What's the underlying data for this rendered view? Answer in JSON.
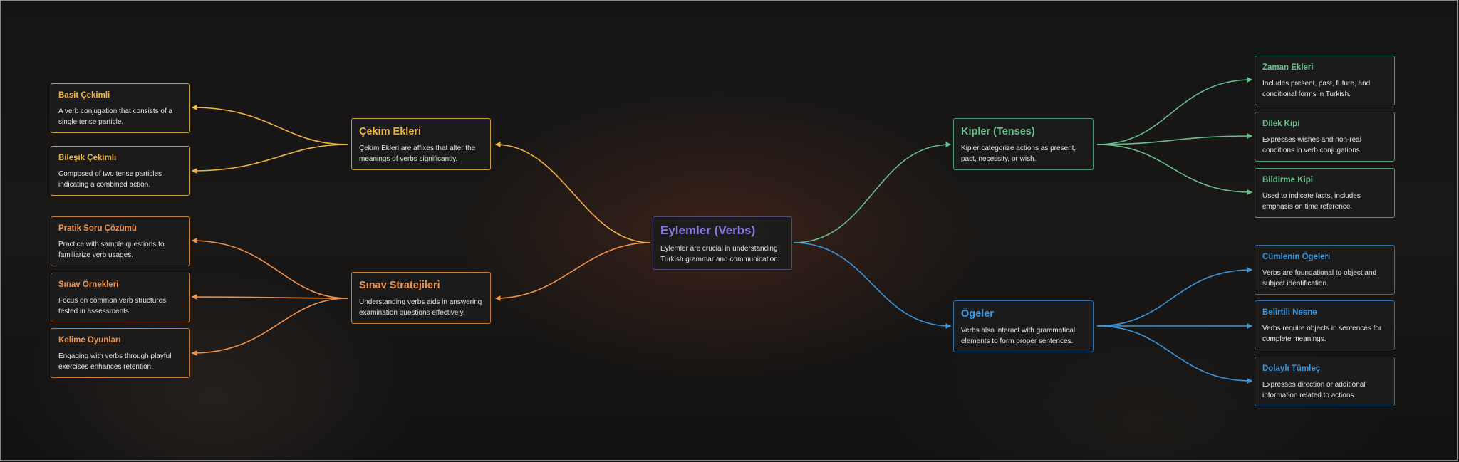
{
  "colors": {
    "yellow": "#f2b640",
    "orange": "#f0944a",
    "green": "#69c08d",
    "blue": "#3a97dd",
    "purple": "#8a76e0"
  },
  "center": {
    "title": "Eylemler (Verbs)",
    "desc": "Eylemler are crucial in understanding Turkish grammar and communication."
  },
  "cekim": {
    "title": "Çekim Ekleri",
    "desc": "Çekim Ekleri are affixes that alter the meanings of verbs significantly."
  },
  "sinav": {
    "title": "Sınav Stratejileri",
    "desc": "Understanding verbs aids in answering examination questions effectively."
  },
  "kipler": {
    "title": "Kipler (Tenses)",
    "desc": "Kipler categorize actions as present, past, necessity, or wish."
  },
  "ogeler": {
    "title": "Ögeler",
    "desc": "Verbs also interact with grammatical elements to form proper sentences."
  },
  "basit": {
    "title": "Basit Çekimli",
    "desc": "A verb conjugation that consists of a single tense particle."
  },
  "bilesik": {
    "title": "Bileşik Çekimli",
    "desc": "Composed of two tense particles indicating a combined action."
  },
  "pratik": {
    "title": "Pratik Soru Çözümü",
    "desc": "Practice with sample questions to familiarize verb usages."
  },
  "ornek": {
    "title": "Sınav Örnekleri",
    "desc": "Focus on common verb structures tested in assessments."
  },
  "kelime": {
    "title": "Kelime Oyunları",
    "desc": "Engaging with verbs through playful exercises enhances retention."
  },
  "zaman": {
    "title": "Zaman Ekleri",
    "desc": "Includes present, past, future, and conditional forms in Turkish."
  },
  "dilek": {
    "title": "Dilek Kipi",
    "desc": "Expresses wishes and non-real conditions in verb conjugations."
  },
  "bildirme": {
    "title": "Bildirme Kipi",
    "desc": "Used to indicate facts, includes emphasis on time reference."
  },
  "cumlenin": {
    "title": "Cümlenin Ögeleri",
    "desc": "Verbs are foundational to object and subject identification."
  },
  "belirtili": {
    "title": "Belirtili Nesne",
    "desc": "Verbs require objects in sentences for complete meanings."
  },
  "dolayli": {
    "title": "Dolaylı Tümleç",
    "desc": "Expresses direction or additional information related to actions."
  }
}
